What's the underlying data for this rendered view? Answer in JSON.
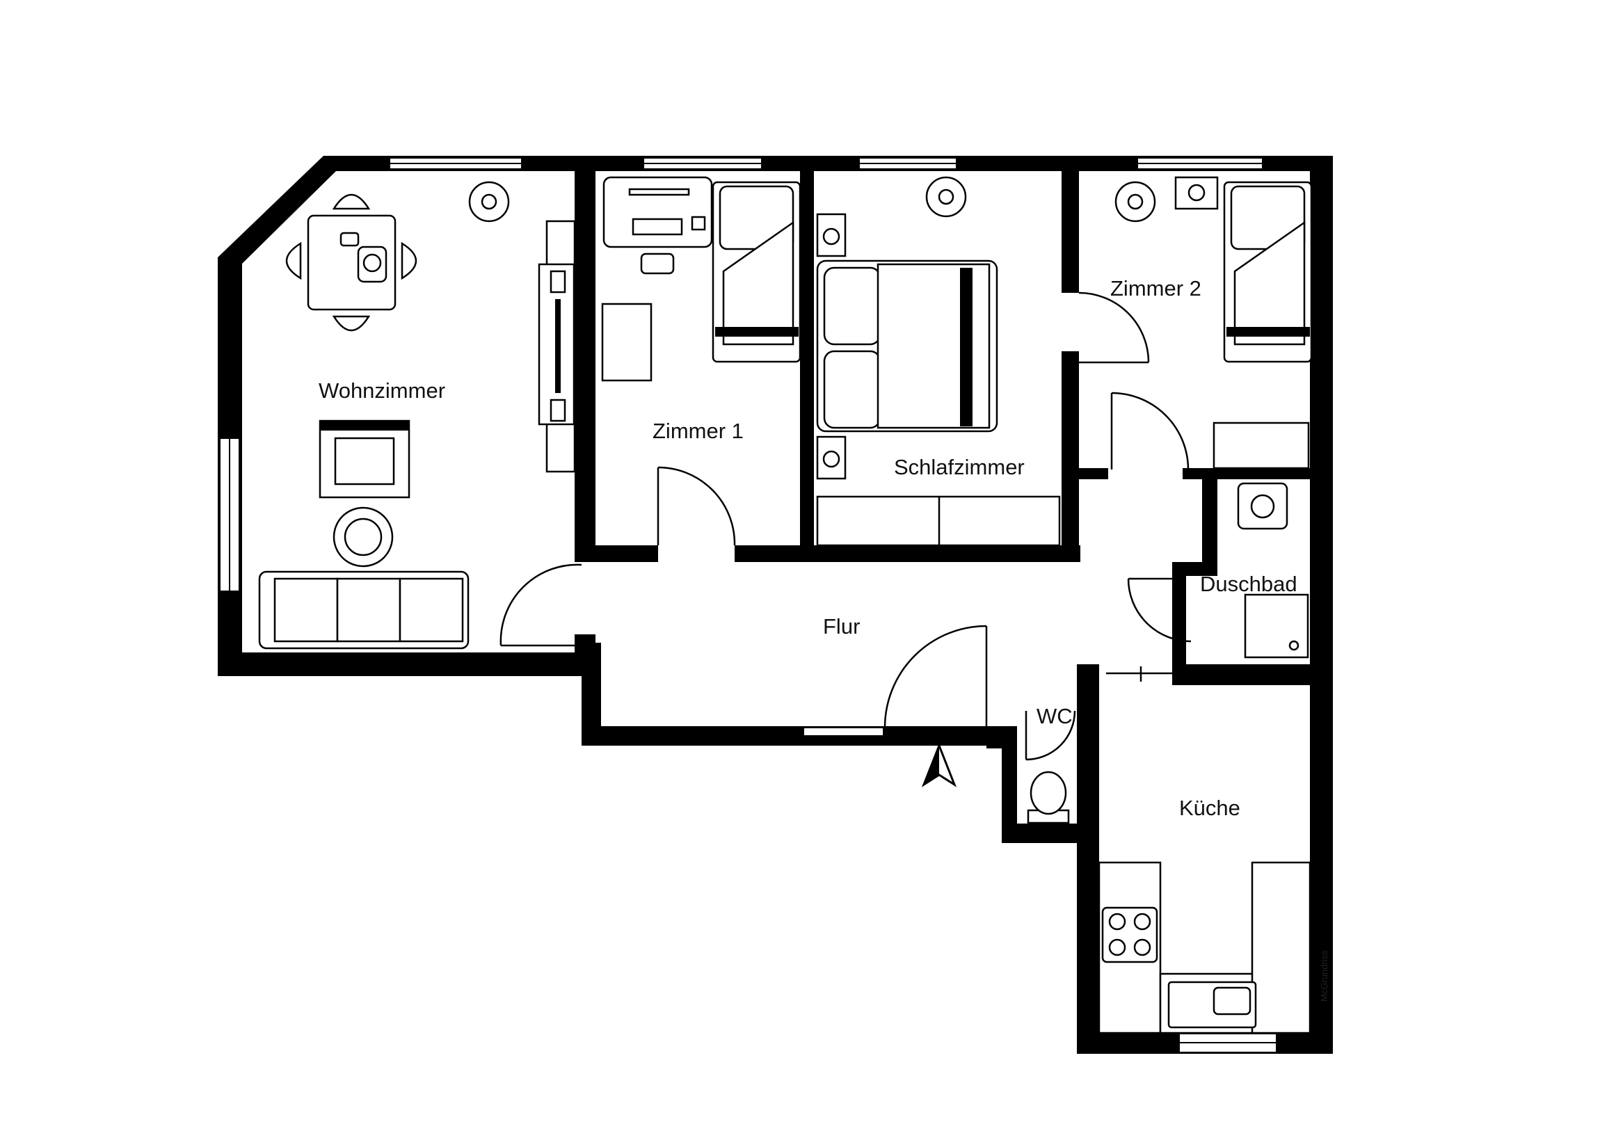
{
  "rooms": {
    "wohnzimmer": "Wohnzimmer",
    "zimmer1": "Zimmer 1",
    "schlafzimmer": "Schlafzimmer",
    "zimmer2": "Zimmer 2",
    "duschbad": "Duschbad",
    "flur": "Flur",
    "wc": "WC",
    "kueche": "Küche"
  },
  "watermark": "McGrundriss",
  "icons": {
    "north_arrow": "north-arrow-icon",
    "plant": "plant-icon",
    "bed": "bed-icon",
    "sofa": "sofa-icon",
    "toilet": "toilet-icon",
    "stove": "stove-icon",
    "sink": "sink-icon"
  },
  "colors": {
    "walls": "#000000",
    "background": "#ffffff"
  }
}
